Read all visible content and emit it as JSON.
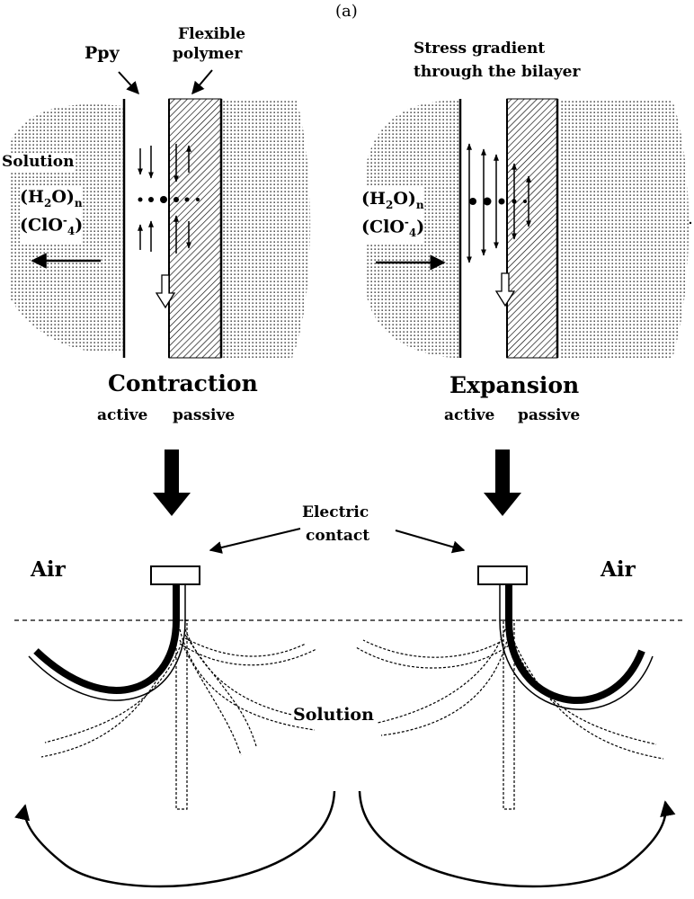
{
  "panel_label": "(a)",
  "top_left": {
    "ppy_label": "Ppy",
    "flexible_label_line1": "Flexible",
    "flexible_label_line2": "polymer",
    "solution_label": "Solution",
    "water": {
      "base": "(H",
      "sub": "2",
      "tail": "O)",
      "n": "n"
    },
    "perchlorate": {
      "base": "(ClO",
      "sup": "-",
      "sub": "4",
      "tail": ")"
    },
    "state_label": "Contraction",
    "active_label": "active",
    "passive_label": "passive"
  },
  "top_right": {
    "stress_label_line1": "Stress gradient",
    "stress_label_line2": "through the bilayer",
    "water": {
      "base": "(H",
      "sub": "2",
      "tail": "O)",
      "n": "n"
    },
    "perchlorate": {
      "base": "(ClO",
      "sup": "-",
      "sub": "4",
      "tail": ")"
    },
    "state_label": "Expansion",
    "active_label": "active",
    "passive_label": "passive"
  },
  "bottom": {
    "electric_label_line1": "Electric",
    "electric_label_line2": "contact",
    "air_left": "Air",
    "air_right": "Air",
    "solution_label": "Solution"
  },
  "colors": {
    "ink": "#000000",
    "paper": "#ffffff"
  }
}
